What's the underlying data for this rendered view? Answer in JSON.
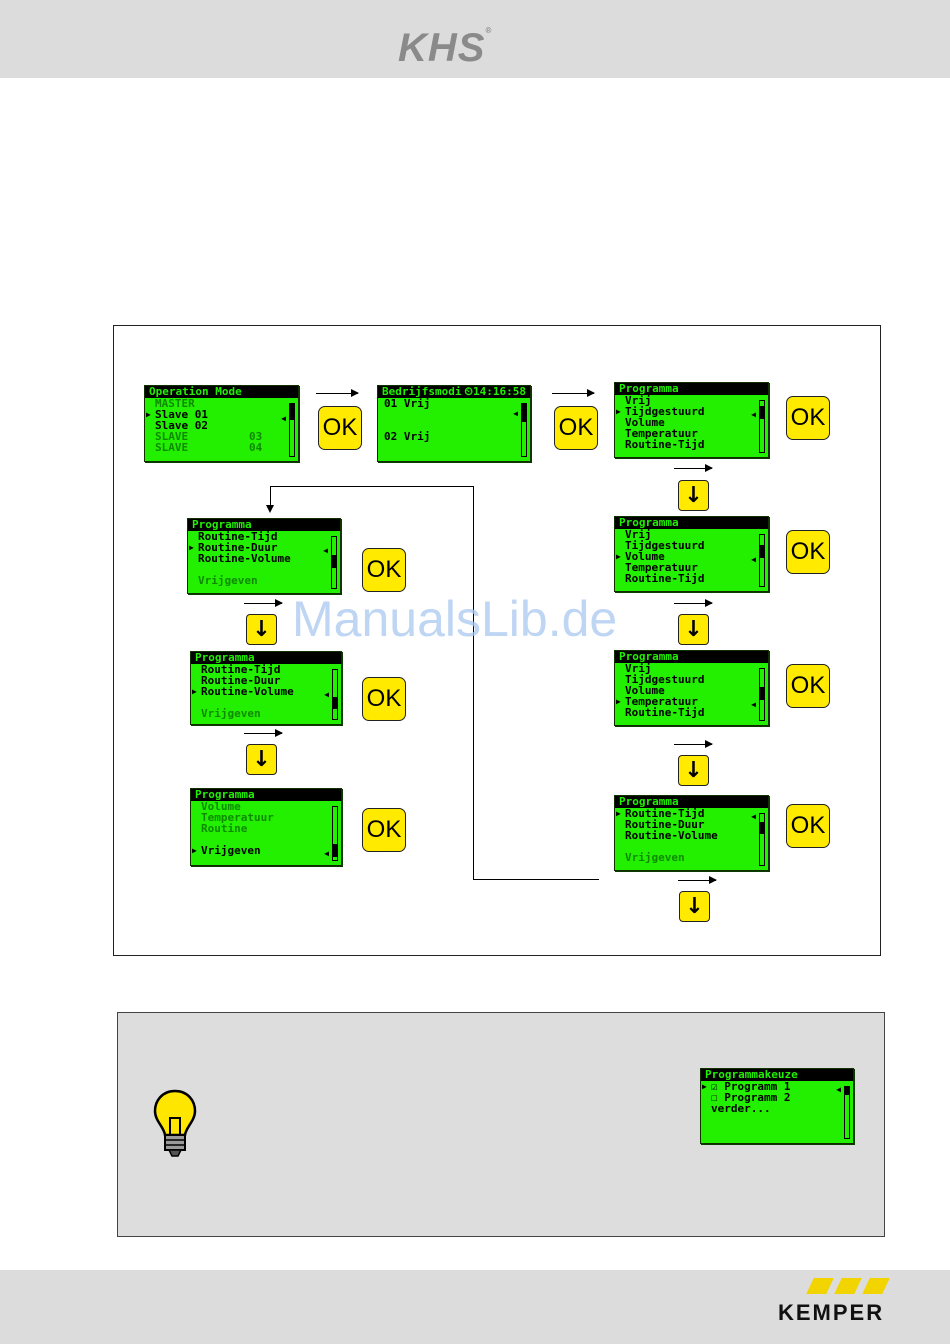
{
  "header": {
    "logo": "KHS",
    "registered": "®"
  },
  "footer": {
    "logo": "KEMPER"
  },
  "watermark": "ManualsLib.de",
  "colors": {
    "lcd_green": "#22f000",
    "button_yellow": "#ffea00",
    "header_gray": "#dcdcdc"
  },
  "buttons": {
    "ok": "OK",
    "down": "↓"
  },
  "screens": {
    "operation_mode": {
      "title": "Operation Mode",
      "lines": [
        "MASTER",
        "Slave 01",
        "Slave 02",
        "SLAVE",
        "SLAVE"
      ],
      "nums": [
        "03",
        "04"
      ]
    },
    "bedrijfsmodi": {
      "title": "Bedrijfsmodi",
      "time": "14:16:58",
      "lines": [
        "01 Vrij",
        "02 Vrij"
      ]
    },
    "prog_1": {
      "title": "Programma",
      "lines": [
        "Vrij",
        "Tijdgestuurd",
        "Volume",
        "Temperatuur",
        "Routine-Tijd"
      ]
    },
    "prog_2": {
      "title": "Programma",
      "lines": [
        "Vrij",
        "Tijdgestuurd",
        "Volume",
        "Temperatuur",
        "Routine-Tijd"
      ]
    },
    "prog_3": {
      "title": "Programma",
      "lines": [
        "Vrij",
        "Tijdgestuurd",
        "Volume",
        "Temperatuur",
        "Routine-Tijd"
      ]
    },
    "prog_4": {
      "title": "Programma",
      "lines": [
        "Routine-Tijd",
        "Routine-Duur",
        "Routine-Volume",
        "Vrijgeven"
      ]
    },
    "prog_5": {
      "title": "Programma",
      "lines": [
        "Routine-Tijd",
        "Routine-Duur",
        "Routine-Volume",
        "Vrijgeven"
      ]
    },
    "prog_6": {
      "title": "Programma",
      "lines": [
        "Routine-Tijd",
        "Routine-Duur",
        "Routine-Volume",
        "Vrijgeven"
      ]
    },
    "prog_7": {
      "title": "Programma",
      "lines": [
        "Volume",
        "Temperatuur",
        "Routine",
        "Vrijgeven"
      ]
    },
    "programmakeuze": {
      "title": "Programmakeuze",
      "lines": [
        "Programm 1",
        "Programm 2",
        "verder..."
      ],
      "checked": "☑",
      "unchecked": "☐"
    }
  }
}
